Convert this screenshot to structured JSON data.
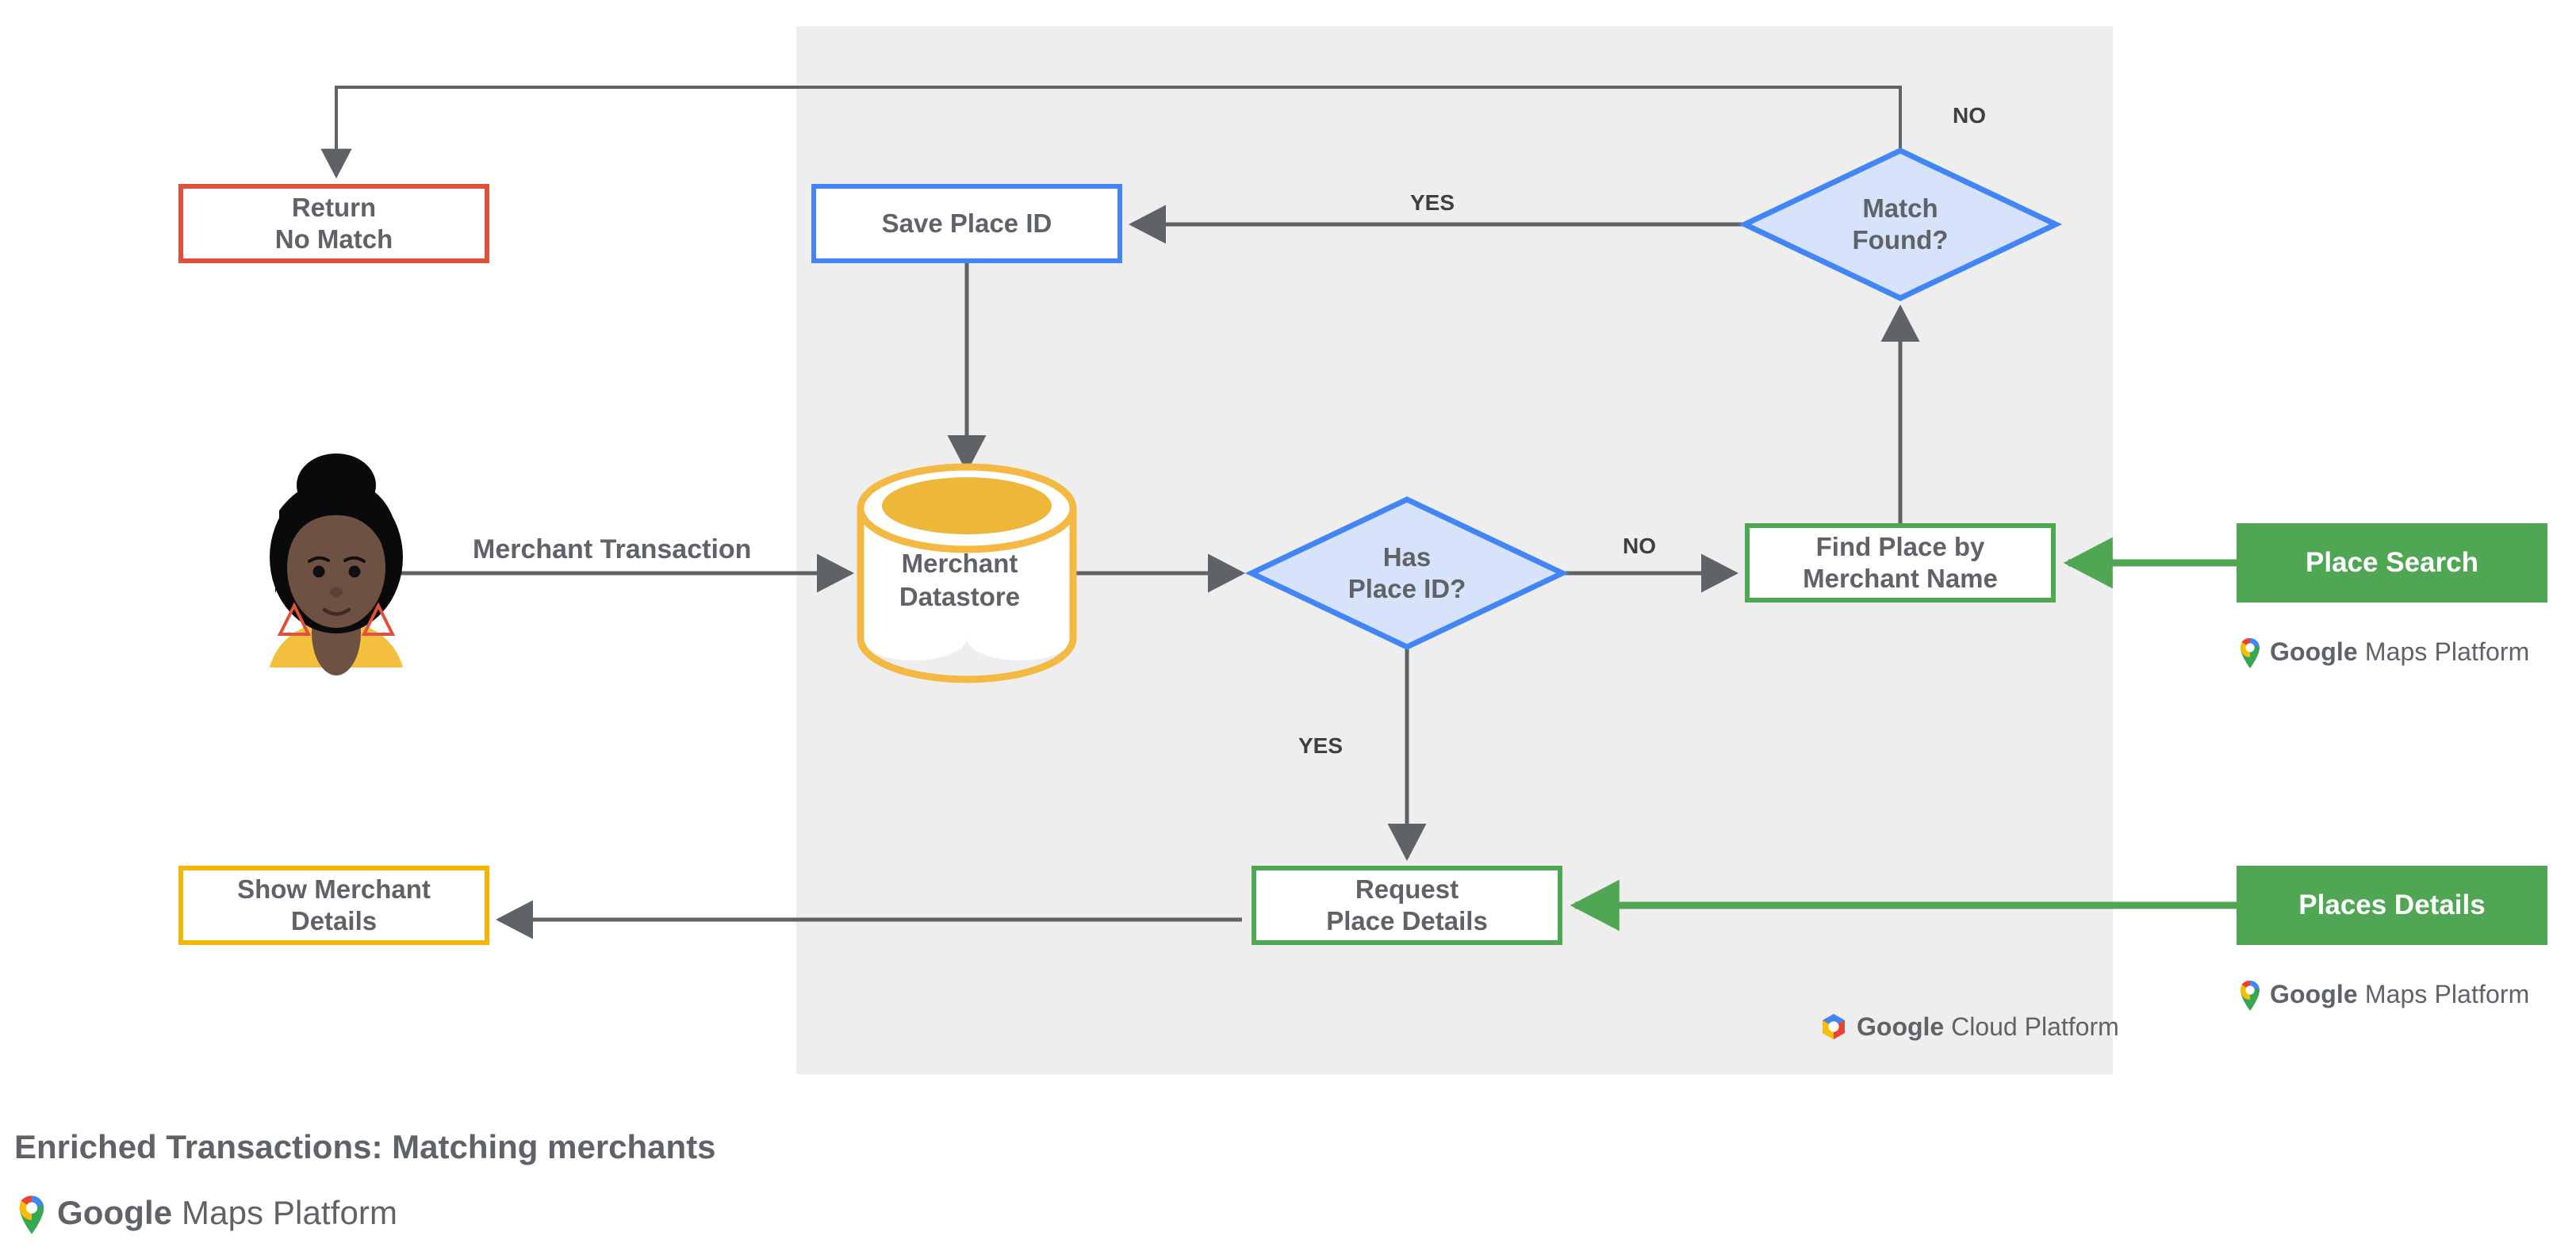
{
  "diagram": {
    "caption": "Enriched Transactions: Matching merchants",
    "panel_label": "Google Cloud Platform",
    "colors": {
      "panel_bg": "#eeeeee",
      "red": "#e0503a",
      "blue": "#4285f4",
      "blue_fill": "#d6e3fb",
      "green": "#4fa754",
      "yellow": "#f4b400",
      "arrow_gray": "#5f6368",
      "text_gray": "#5f6368"
    },
    "nodes": {
      "return_no_match": {
        "line1": "Return",
        "line2": "No Match"
      },
      "save_place_id": {
        "label": "Save Place ID"
      },
      "match_found": {
        "line1": "Match",
        "line2": "Found?"
      },
      "merchant_datastore": {
        "line1": "Merchant",
        "line2": "Datastore"
      },
      "has_place_id": {
        "line1": "Has",
        "line2": "Place ID?"
      },
      "find_place": {
        "line1": "Find Place by",
        "line2": "Merchant Name"
      },
      "place_search": {
        "label": "Place Search"
      },
      "request_place_details": {
        "line1": "Request",
        "line2": "Place Details"
      },
      "places_details": {
        "label": "Places Details"
      },
      "show_merchant_details": {
        "line1": "Show Merchant",
        "line2": "Details"
      }
    },
    "edge_labels": {
      "merchant_transaction": "Merchant Transaction",
      "no_match_found": "NO",
      "yes_match_found": "YES",
      "no_has_place_id": "NO",
      "yes_has_place_id": "YES"
    },
    "branding": {
      "google": "Google",
      "maps_platform": " Maps Platform",
      "cloud_platform": " Cloud Platform"
    }
  }
}
